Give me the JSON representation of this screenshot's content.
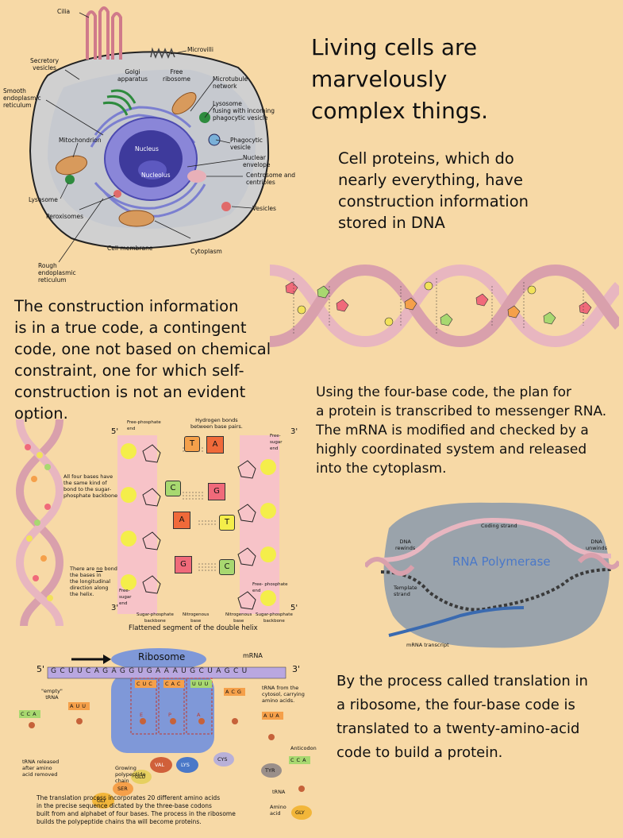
{
  "headline": {
    "line1": "Living cells are",
    "line2": "marvelously",
    "line3": "complex things."
  },
  "proteins_text": {
    "line1": "Cell proteins, which do",
    "line2": "nearly everything, have",
    "line3": "construction information",
    "line4": "stored in DNA"
  },
  "code_text": {
    "line1": "The construction information",
    "line2": "is in a true code, a contingent",
    "line3": "code, one not based on chemical",
    "line4": "constraint, one for which self-",
    "line5": "construction is not an evident",
    "line6": "option."
  },
  "transcription_text": {
    "line1": "Using the four-base code, the plan for",
    "line2": "a protein is transcribed to messenger RNA.",
    "line3": "The mRNA is modified and checked by a",
    "line4": "highly coordinated system and released",
    "line5": "into the cytoplasm."
  },
  "translation_text": {
    "line1": "By the process called translation in",
    "line2": "a ribosome, the four-base code is",
    "line3": "translated to a twenty-amino-acid",
    "line4": "code to build a protein."
  },
  "cell_labels": {
    "cilia": "Cilia",
    "microvilli": "Microvilli",
    "secretory": "Secretory",
    "vesicles": "vesicles",
    "golgi1": "Golgi",
    "golgi2": "apparatus",
    "free1": "Free",
    "free2": "ribosome",
    "microtubule1": "Microtubule",
    "microtubule2": "network",
    "smooth1": "Smooth",
    "smooth2": "endoplasmic",
    "smooth3": "reticulum",
    "lysosome_f1": "Lysosome",
    "lysosome_f2": "fusing with incoming",
    "lysosome_f3": "phagocytic vesicle",
    "mitochondrion": "Mitochondrion",
    "nucleus": "Nucleus",
    "nucleolus": "Nucleolus",
    "phago1": "Phagocytic",
    "phago2": "vesicle",
    "nuclear1": "Nuclear",
    "nuclear2": "envelope",
    "centro1": "Centrosome and",
    "centro2": "centrioles",
    "lysosome": "Lysosome",
    "vesicles_r": "Vesicles",
    "peroxisomes": "Peroxisomes",
    "cell_membrane": "Cell membrane",
    "cytoplasm": "Cytoplasm",
    "rough1": "Rough",
    "rough2": "endoplasmic",
    "rough3": "reticulum"
  },
  "helix_labels": {
    "four_bases": [
      "All four bases have",
      "the same kind of",
      "bond to the sugar-",
      "phosphate backbone"
    ],
    "no_bonds": [
      "There are",
      "no",
      "bonds between",
      "the bases in",
      "the longitudinal",
      "direction along",
      "the helix."
    ],
    "free_phosphate_top": [
      "Free-phosphate",
      "end"
    ],
    "hydrogen": [
      "Hydrogen bonds",
      "between base pairs."
    ],
    "free_sugar_top": [
      "Free-",
      "sugar",
      "end"
    ],
    "five_top": "5'",
    "three_top": "3'",
    "three_bottom": "3'",
    "five_bottom": "5'",
    "free_sugar_bottom": [
      "Free-",
      "sugar",
      "end"
    ],
    "free_phosphate_bottom": [
      "Free-  phosphate",
      "end"
    ],
    "sugar_backbone": [
      "Sugar-phosphate",
      "backbone"
    ],
    "nitrogenous": [
      "Nitrogenous",
      "base"
    ],
    "caption": "Flattened segment of the double helix",
    "bases_left": [
      "T",
      "C",
      "A",
      "G"
    ],
    "bases_right": [
      "A",
      "G",
      "T",
      "C"
    ]
  },
  "polymerase_labels": {
    "coding": "Coding strand",
    "rewinds": [
      "DNA",
      "rewinds"
    ],
    "unwinds": [
      "DNA",
      "unwinds"
    ],
    "name": "RNA Polymerase",
    "template": [
      "Template",
      "strand"
    ],
    "transcript": "mRNA transcript"
  },
  "ribosome_labels": {
    "ribosome": "Ribosome",
    "mrna": "mRNA",
    "five": "5'",
    "three": "3'",
    "mrna_seq": "GCUUCAGAGGUGAAAUGCUAGCU",
    "empty_trna": [
      "\"empty\"",
      "tRNA"
    ],
    "trna_from": [
      "tRNA from the",
      "cytosol, carrying",
      "amino acids."
    ],
    "released": [
      "tRNA released",
      "after amino",
      "acid removed"
    ],
    "growing": [
      "Growing",
      "polypeptide",
      "chain"
    ],
    "anticodon": "Anticodon",
    "trna": "tRNA",
    "amino_acid": [
      "Amino",
      "acid"
    ],
    "aminos": {
      "gly": "GLY",
      "ser": "SER",
      "glu": "GLU",
      "val": "VAL",
      "lys": "LYS",
      "cys": "CYS",
      "tyr": "TYR",
      "gly2": "GLY"
    },
    "sites": {
      "e": "E",
      "p": "P",
      "a": "A"
    },
    "anticodons": {
      "t1": "CUC",
      "t2": "CAC",
      "t3": "UUU",
      "t4": "ACG",
      "t5": "AUA",
      "t6": "CCA",
      "t7": "CCA",
      "t8": "AUU"
    },
    "caption": [
      "The translation process incorporates 20 different amino acids",
      "in the precise sequence dictated by the three-base codons",
      "built from and alphabet of four bases. The process in the ribosome",
      "builds the polypeptide chains tha will become proteins."
    ]
  },
  "colors": {
    "background": "#f7d9a6",
    "cell_body": "#cfcfcf",
    "nucleus": "#4c4ab0",
    "dna_ribbon": "#e8b6c0",
    "polymerase": "#9aa3ab",
    "ribosome": "#7f98d8",
    "polymerase_text": "#4a78c8"
  }
}
